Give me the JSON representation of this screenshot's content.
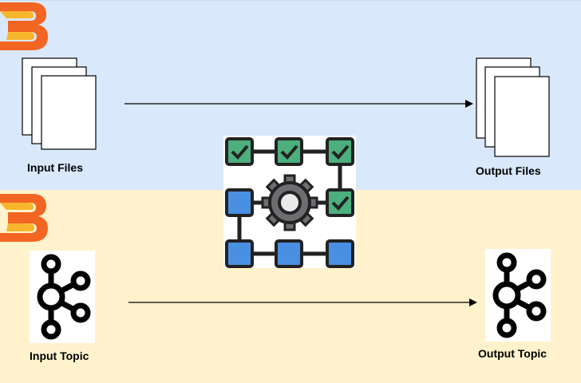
{
  "batch": {
    "input_label": "Input Files",
    "output_label": "Output Files",
    "logo_icon": "spark-logo-icon",
    "file_icon": "document-stack-icon"
  },
  "streaming": {
    "input_label": "Input Topic",
    "output_label": "Output Topic",
    "logo_icon": "spark-logo-icon",
    "topic_icon": "kafka-logo-icon"
  },
  "processing": {
    "icon": "workflow-gear-icon"
  },
  "colors": {
    "batch_band": "#dae8fc",
    "stream_band": "#fff2cc",
    "check_green": "#4caf7d",
    "node_blue": "#4a90e2",
    "logo_orange": "#f26522",
    "logo_yellow": "#f8b62d"
  }
}
